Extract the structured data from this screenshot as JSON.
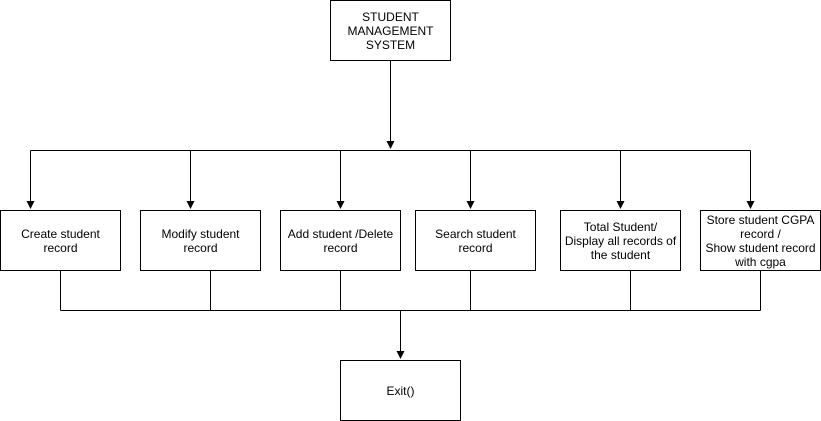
{
  "diagram": {
    "root": "STUDENT\nMANAGEMENT\nSYSTEM",
    "options": [
      "Create student record",
      "Modify student record",
      "Add student /Delete\nrecord",
      "Search student\nrecord",
      "Total Student/\nDisplay all records of\nthe student",
      "Store student CGPA\nrecord /\nShow student record\nwith cgpa"
    ],
    "exit": "Exit()",
    "line_color": "#000000",
    "box_border_color": "#000000",
    "background_color": "#ffffff"
  }
}
